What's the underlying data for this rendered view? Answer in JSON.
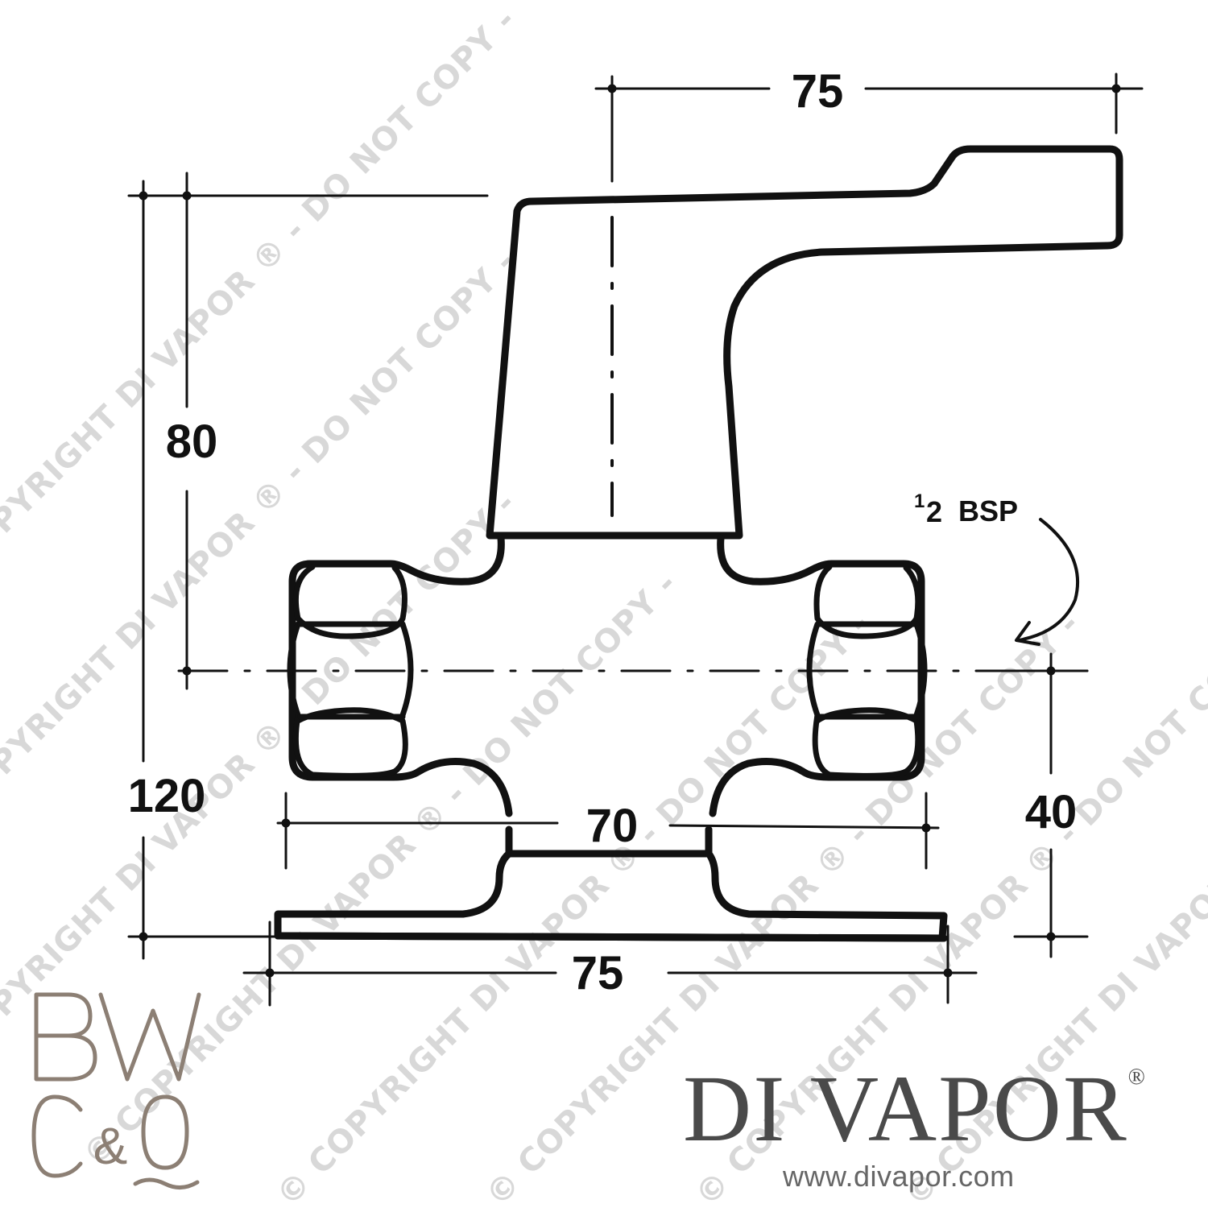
{
  "drawing": {
    "dimensions": {
      "top_width": "75",
      "height_to_axis": "80",
      "overall_height": "120",
      "nut_span": "70",
      "axis_to_base": "40",
      "base_width": "75"
    },
    "thread_label": {
      "fraction": "1",
      "fraction_sub": "2",
      "text": "BSP"
    },
    "watermark": "© COPYRIGHT DI VAPOR ® - DO NOT COPY -"
  },
  "logos": {
    "bw_logo": {
      "line1": "BW",
      "line2": "&"
    },
    "brand": {
      "name": "DI VAPOR",
      "reg_mark": "®",
      "url": "www.divapor.com"
    }
  },
  "colors": {
    "line": "#111111",
    "watermark": "#d8d8d8",
    "logo_bw": "#8c7f74",
    "logo_brand": "#4a4a4a"
  }
}
